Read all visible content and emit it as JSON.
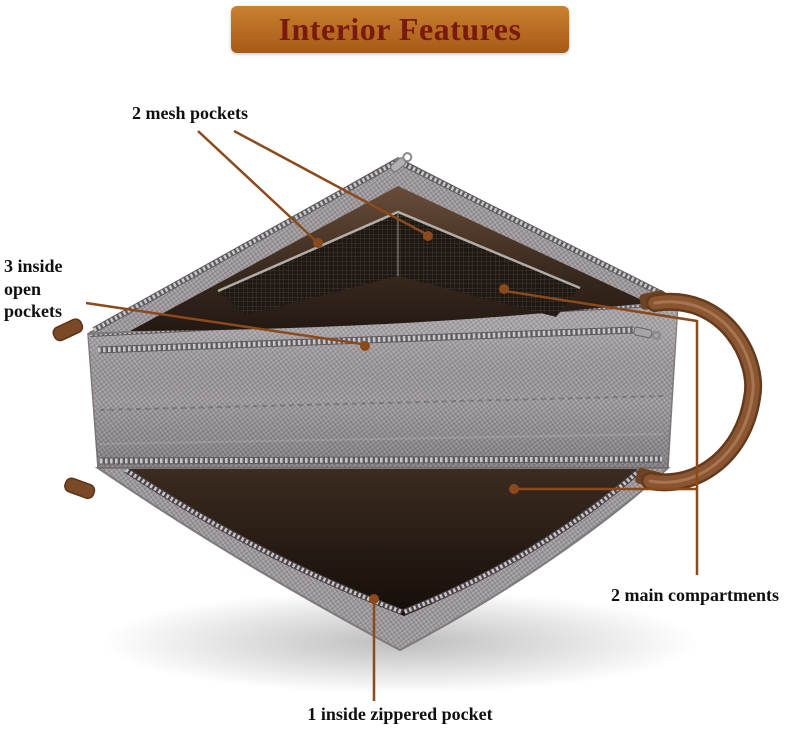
{
  "banner": {
    "title": "Interior Features"
  },
  "annotations": {
    "mesh_pockets": {
      "label": "2 mesh pockets"
    },
    "open_pockets": {
      "label": "3 inside open pockets"
    },
    "main_compartments": {
      "label": "2 main compartments"
    },
    "zippered_pocket": {
      "label": "1 inside zippered pocket"
    }
  },
  "colors": {
    "banner-bg-top": "#c9812f",
    "banner-bg-bottom": "#a85a17",
    "banner-text": "#7a190d",
    "label-text": "#101010",
    "leader-line": "#8a4a1c",
    "fabric-gray": "#9b969a",
    "interior-brown": "#3a2a1f",
    "mesh-dark": "#201813",
    "handle-brown": "#8a5531",
    "zipper-light": "#cac7ca",
    "background": "#ffffff"
  },
  "illustration": {
    "name": "toiletry-bag-top-view-open"
  }
}
